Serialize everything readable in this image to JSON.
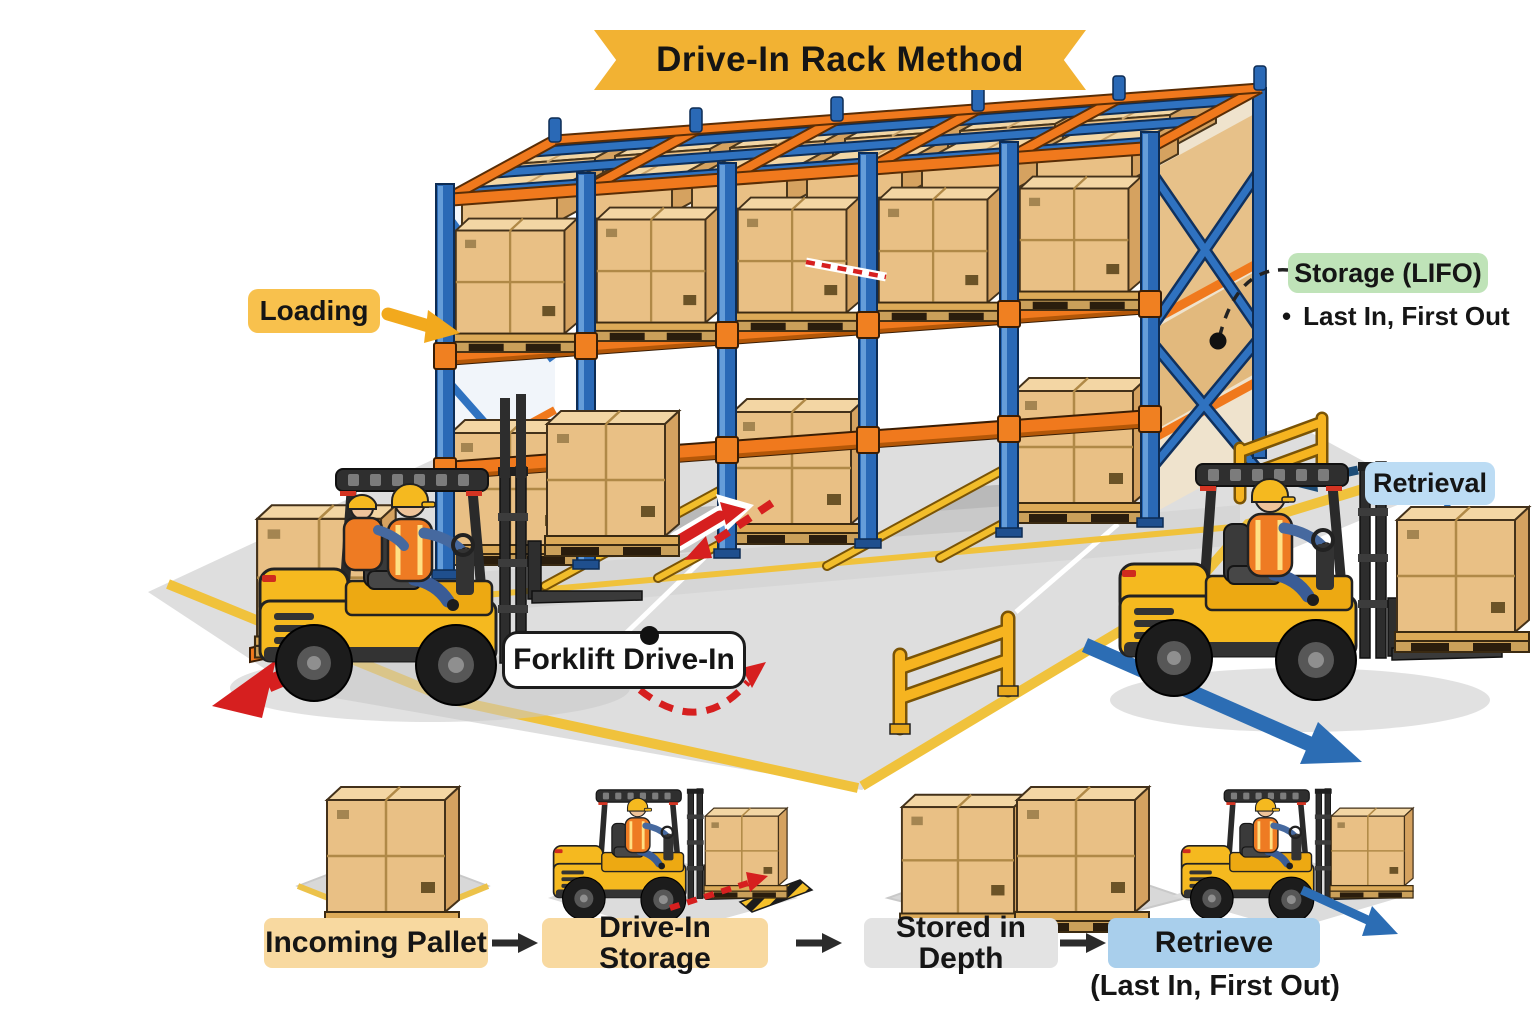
{
  "title": "Drive-In Rack Method",
  "annotations": {
    "loading": "Loading",
    "storage": "Storage (LIFO)",
    "bullet": "•",
    "storage_bullet": "Last In, First Out",
    "retrieval": "Retrieval",
    "forklift_drive_in": "Forklift Drive-In"
  },
  "process": {
    "steps": [
      {
        "label": "Incoming Pallet"
      },
      {
        "label": "Drive-In Storage"
      },
      {
        "label": "Stored in Depth"
      },
      {
        "label": "Retrieve",
        "sublabel": "(Last In, First Out)"
      }
    ]
  },
  "palette": {
    "banner_yellow": "#f2b233",
    "label_yellow": "#f8c14d",
    "label_green": "#bfe3b8",
    "label_blue": "#bcdcf4",
    "step_yellow": "#f8d9a0",
    "step_gray": "#e3e3e3",
    "step_blue": "#a9cfec",
    "rack_blue": "#2a69b6",
    "rack_orange": "#f0791d",
    "box_tan": "#e9c085",
    "forklift_yellow": "#f5b91f",
    "arrow_red": "#d61f1f",
    "arrow_blue": "#2c6db4",
    "arrow_navy": "#1d4d78",
    "floor_gray": "#dedede"
  }
}
